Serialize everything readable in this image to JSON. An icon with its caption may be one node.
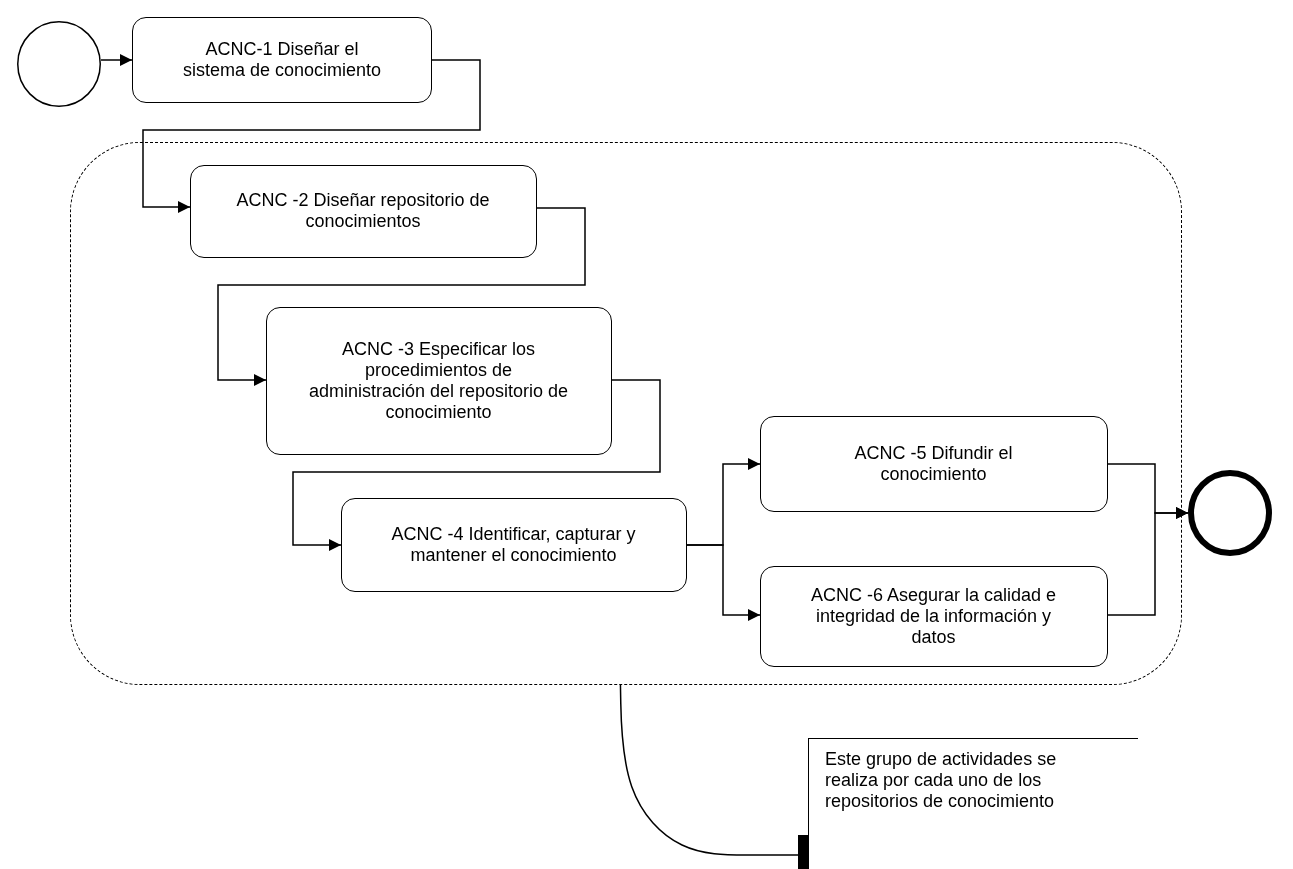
{
  "diagram": {
    "nodes": [
      {
        "text": [],
        "shape": "circle"
      },
      {
        "text": [
          "ACNC-1 Diseñar el sistema de conocimiento"
        ]
      },
      {
        "text": [],
        "shape": "box"
      },
      {
        "text": [
          "ACNC -2 Diseñar repositorio de conocimientos"
        ],
        "in": 2
      },
      {
        "text": [
          "ACNC -3  Especificar los procedimientos de administración del repositorio de conocimiento"
        ],
        "in": 2
      },
      {
        "text": [
          "ACNC -4 Identificar, capturar y mantener el conocimiento"
        ],
        "in": 2
      },
      {
        "text": [
          "ACNC -5 Difundir  el conocimiento"
        ],
        "in": 2
      },
      {
        "text": [
          "ACNC -6 Asegurar la calidad e integridad de la información y datos"
        ],
        "in": 2
      },
      {
        "text": [],
        "shape": "circle"
      },
      {
        "text": [
          "Este grupo de actividades se realiza por cada uno  de los repositorios de conocimiento"
        ]
      }
    ],
    "edges": [
      {
        "from": 0,
        "to": 1,
        "arrow": "to"
      },
      {
        "from": 1,
        "to": 3,
        "arrow": "to"
      },
      {
        "from": 3,
        "to": 4,
        "arrow": "to"
      },
      {
        "from": 4,
        "to": 5,
        "arrow": "to"
      },
      {
        "from": 5,
        "to": 6,
        "arrow": "to"
      },
      {
        "from": 5,
        "to": 7,
        "arrow": "to"
      },
      {
        "from": 6,
        "to": 8,
        "arrow": "to"
      },
      {
        "from": 7,
        "to": 8,
        "arrow": "to"
      },
      {
        "from": 2,
        "to": 9,
        "arrow": "other"
      }
    ]
  }
}
